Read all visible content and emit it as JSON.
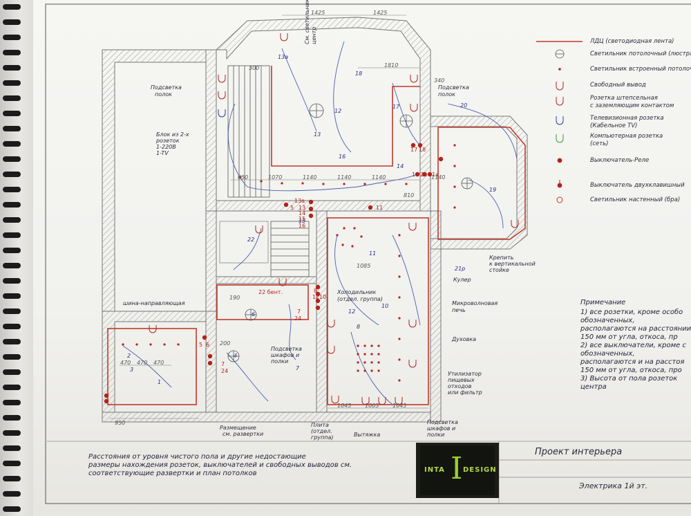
{
  "legend": {
    "items": [
      {
        "label": "ЛДЦ (светодиодная лента)",
        "symbol": "line-red"
      },
      {
        "label": "Светильник потолочный (люстра)",
        "symbol": "circle-cross"
      },
      {
        "label": "Светильник встроенный потолочный",
        "symbol": "dot-small"
      },
      {
        "label": "Свободный вывод",
        "symbol": "free-outlet"
      },
      {
        "label": "Розетка штепсельная",
        "label2": "с заземляющим контактом",
        "symbol": "socket"
      },
      {
        "label": "Телевизионная розетка",
        "label2": "(Кабельное TV)",
        "symbol": "tv-socket"
      },
      {
        "label": "Компьютерная розетка",
        "label2": "(сеть)",
        "symbol": "pc-socket"
      },
      {
        "label": "Выключатель-Реле",
        "symbol": "dot-big"
      },
      {
        "label": "Выключатель двухклавишный",
        "symbol": "switch-double"
      },
      {
        "label": "Светильник настенный (бра)",
        "symbol": "sconce"
      }
    ]
  },
  "notes": {
    "title": "Примечание",
    "lines": [
      "1) все розетки, кроме особо",
      "обозначенных,",
      "располагаются на расстоянии",
      "150 мм от угла, откоса, пр",
      "2) все выключатели, кроме с",
      "обозначенных,",
      "располагаются и на расстоя",
      "150 мм от угла, откоса, про",
      "3) Высота от пола розеток",
      "центра"
    ]
  },
  "footer_note": [
    "Расстояния от уровня чистого пола и другие недостающие",
    "размеры нахождения розеток, выключателей и свободных выводов см.",
    "соответствующие развертки и план потолков"
  ],
  "title_block": {
    "project": "Проект интерьера",
    "sheet": "Электрика 1й эт.",
    "logo_left": "INTA",
    "logo_right": "DESIGN",
    "logo_mark": "I"
  },
  "callouts": {
    "shelf_light_left": [
      "Подсветка",
      "полок"
    ],
    "shelf_light_right": [
      "Подсветка",
      "полок"
    ],
    "sockets_block": [
      "Блок из 2-х",
      "розеток",
      "1-220В",
      "1-TV"
    ],
    "rail": "шина-направляющая",
    "fridge": [
      "Холодильник",
      "(отдел. группа)"
    ],
    "microwave": [
      "Микроволновая",
      "печь"
    ],
    "oven": "Духовка",
    "cooler": "Кулер",
    "mount": [
      "Крепить",
      "к вертикальной",
      "стойке"
    ],
    "cabinets_light": [
      "Подсветка",
      "шкафов и",
      "полки"
    ],
    "disposer": [
      "Утилизатор",
      "пищевых",
      "отходов",
      "или фильтр"
    ],
    "stove": [
      "Плита",
      "(отдел.",
      "группа)"
    ],
    "hood": "Вытяжка",
    "cabinets_light2": [
      "Подсветка",
      "шкафов и",
      "полки"
    ],
    "placement": [
      "Размещение",
      "см. развертки"
    ],
    "ceiling_note": [
      "См. светильник",
      "центр"
    ]
  },
  "numbers": {
    "blue": [
      "13a",
      "18",
      "17",
      "12",
      "13",
      "16",
      "14",
      "15",
      "20",
      "19",
      "22",
      "11",
      "6",
      "10",
      "8",
      "12",
      "4",
      "7",
      "2",
      "3",
      "1",
      "21p"
    ],
    "red": [
      "17",
      "18",
      "19",
      "20",
      "21a",
      "13a",
      "5",
      "13",
      "14",
      "15",
      "16",
      "11",
      "8",
      "12",
      "10",
      "7",
      "24",
      "22 бент.",
      "5",
      "6",
      "7",
      "24"
    ]
  },
  "dims": [
    "1425",
    "1425",
    "300",
    "1810",
    "340",
    "650",
    "1070",
    "1140",
    "1140",
    "1140",
    "810",
    "1045",
    "1085",
    "1005",
    "1045",
    "190",
    "200",
    "950",
    "470",
    "470",
    "470",
    "1140"
  ],
  "colors": {
    "wall": "#8a8a8a",
    "led": "#c0392b",
    "wire": "#4b5fa8",
    "dot": "#b0231b",
    "logo_green": "#9ccf2e"
  }
}
